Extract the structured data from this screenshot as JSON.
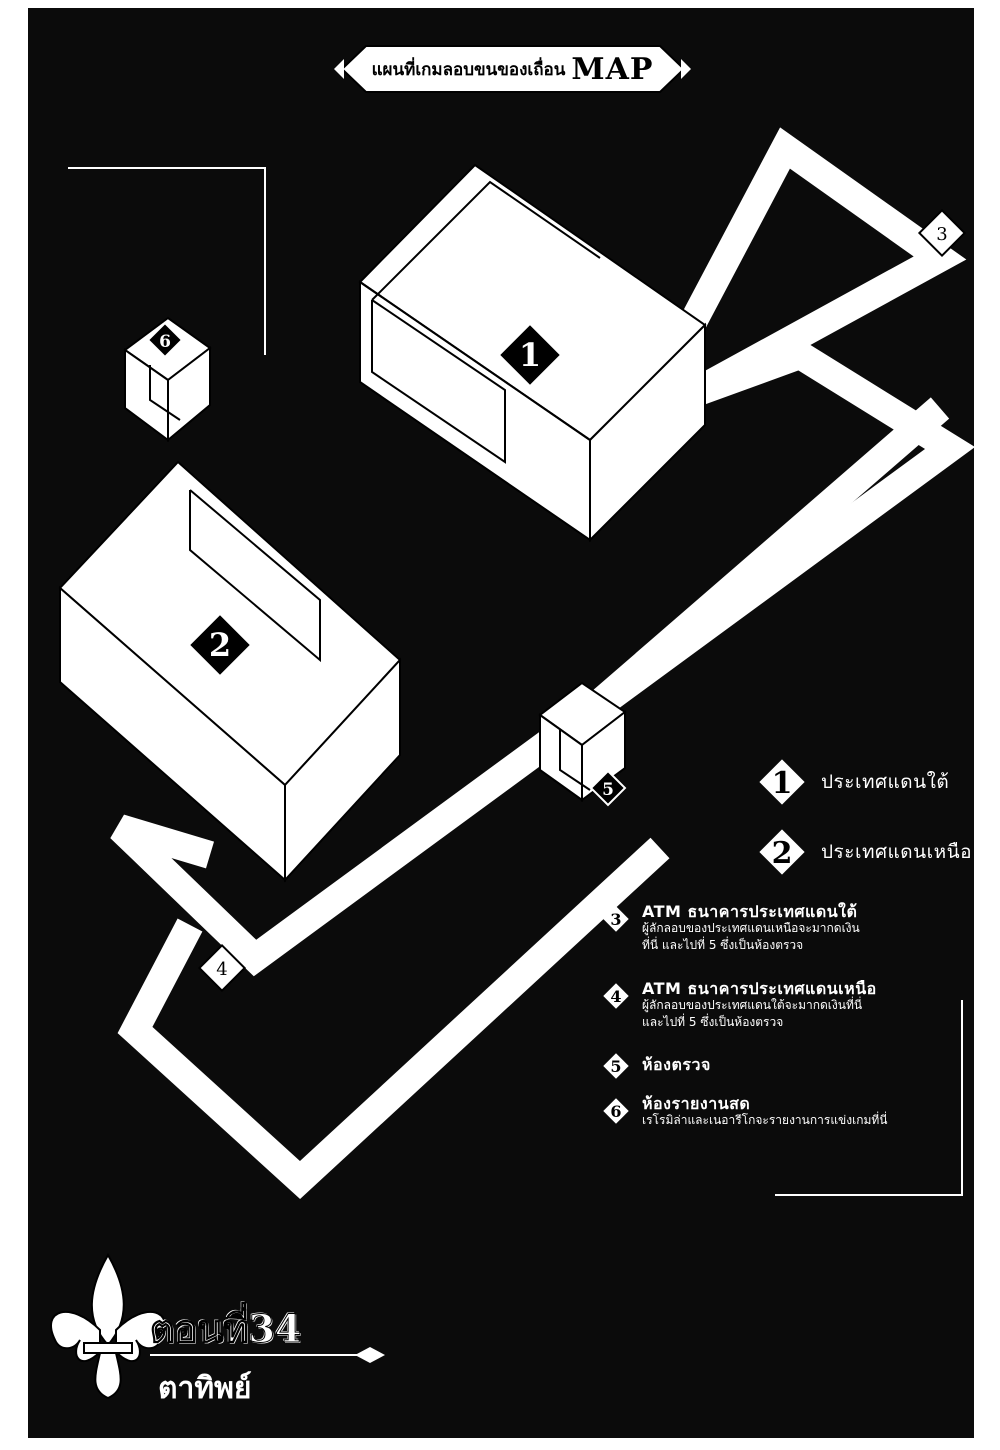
{
  "title": {
    "thai": "แผนที่เกมลอบขนของเถื่อน",
    "english": "MAP"
  },
  "markers": {
    "m1": "1",
    "m2": "2",
    "m3": "3",
    "m4": "4",
    "m5": "5",
    "m6": "6"
  },
  "legend": [
    {
      "num": "1",
      "label": "ประเทศแดนใต้"
    },
    {
      "num": "2",
      "label": "ประเทศแดนเหนือ"
    },
    {
      "num": "3",
      "label": "ATM ธนาคารประเทศแดนใต้",
      "desc": [
        "ผู้ลักลอบของประเทศแดนเหนือจะมากดเงิน",
        "ที่นี่ และไปที่ 5 ซึ่งเป็นห้องตรวจ"
      ]
    },
    {
      "num": "4",
      "label": "ATM ธนาคารประเทศแดนเหนือ",
      "desc": [
        "ผู้ลักลอบของประเทศแดนใต้จะมากดเงินที่นี่",
        "และไปที่ 5 ซึ่งเป็นห้องตรวจ"
      ]
    },
    {
      "num": "5",
      "label": "ห้องตรวจ"
    },
    {
      "num": "6",
      "label": "ห้องรายงานสด",
      "desc": [
        "เรโรมิล่าและเนอารีโกจะรายงานการแข่งเกมที่นี่"
      ]
    }
  ],
  "chapter": {
    "number": "ตอนที่34",
    "name": "ตาทิพย์"
  },
  "colors": {
    "background": "#0b0b0b",
    "paper": "#ffffff",
    "ink": "#000000"
  }
}
